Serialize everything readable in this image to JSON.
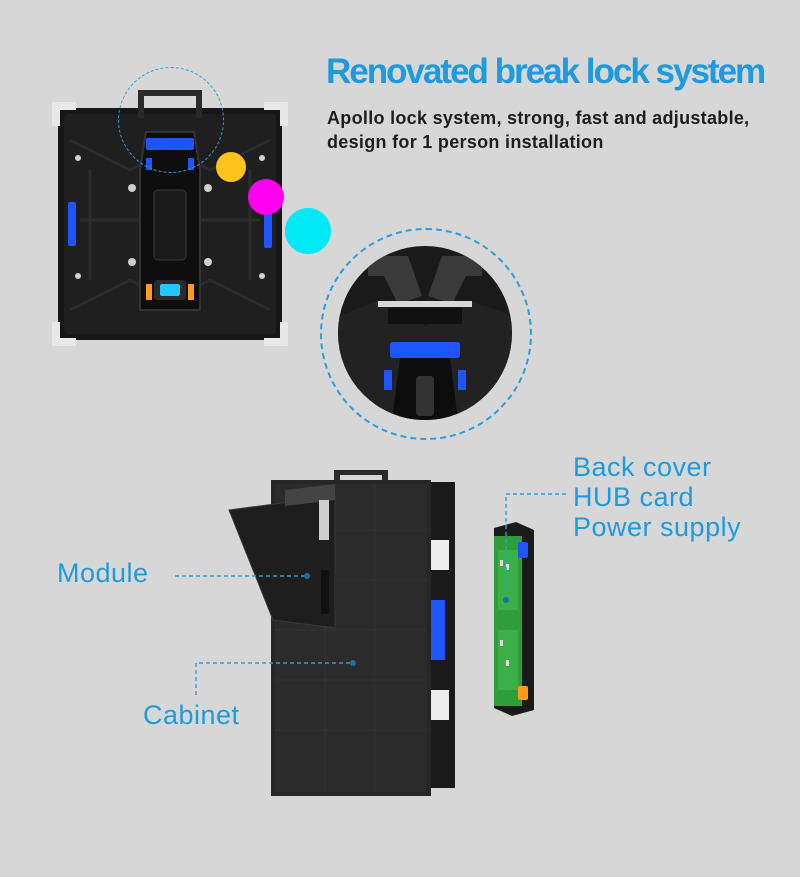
{
  "header": {
    "title": "Renovated break lock system",
    "description_line1": "Apollo lock system, strong, fast and adjustable,",
    "description_line2": "design for 1 person installation"
  },
  "colors": {
    "accent_blue": "#1e9be0",
    "dot_yellow": "#ffc31a",
    "dot_magenta": "#ff00ee",
    "dot_cyan": "#00e9f5",
    "panel_dark": "#141414",
    "pcb_green": "#2f9e3a",
    "highlight_blue": "#1f55ff",
    "connector_orange": "#ff9a1c"
  },
  "callouts": {
    "module": "Module",
    "cabinet": "Cabinet",
    "back_cover": "Back cover",
    "hub_card": "HUB card",
    "power_supply": "Power supply"
  },
  "icons": {
    "handle": "handle-icon",
    "lock": "lock-icon"
  }
}
